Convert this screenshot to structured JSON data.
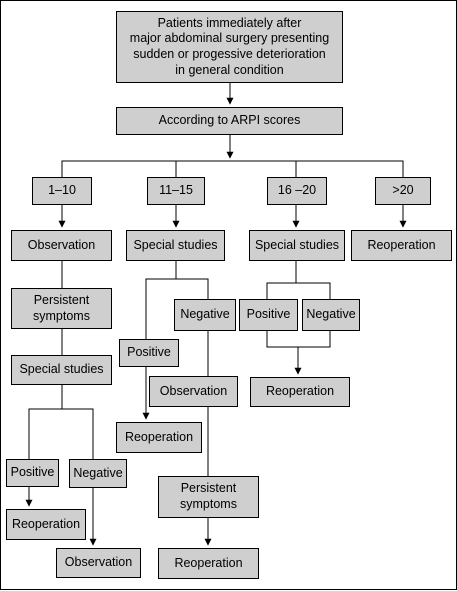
{
  "nodes": {
    "start": "Patients immediately after\nmajor abdominal surgery presenting\nsudden or progessive deterioration\nin general condition",
    "arpi": "According to ARPI scores",
    "score_1_10": "1–10",
    "score_11_15": "11–15",
    "score_16_20": "16 –20",
    "score_gt20": ">20",
    "c1_observation": "Observation",
    "c1_persistent": "Persistent\nsymptoms",
    "c1_special": "Special studies",
    "c1_positive": "Positive",
    "c1_negative": "Negative",
    "c1_reoperation": "Reoperation",
    "c1_observation2": "Observation",
    "c2_special": "Special studies",
    "c2_negative": "Negative",
    "c2_positive": "Positive",
    "c2_observation": "Observation",
    "c2_reoperation": "Reoperation",
    "c2_persistent": "Persistent\nsymptoms",
    "c2_reoperation2": "Reoperation",
    "c3_special": "Special studies",
    "c3_positive": "Positive",
    "c3_negative": "Negative",
    "c3_reoperation": "Reoperation",
    "c4_reoperation": "Reoperation"
  },
  "colors": {
    "box_fill": "#cfcfcf",
    "line": "#000000"
  }
}
